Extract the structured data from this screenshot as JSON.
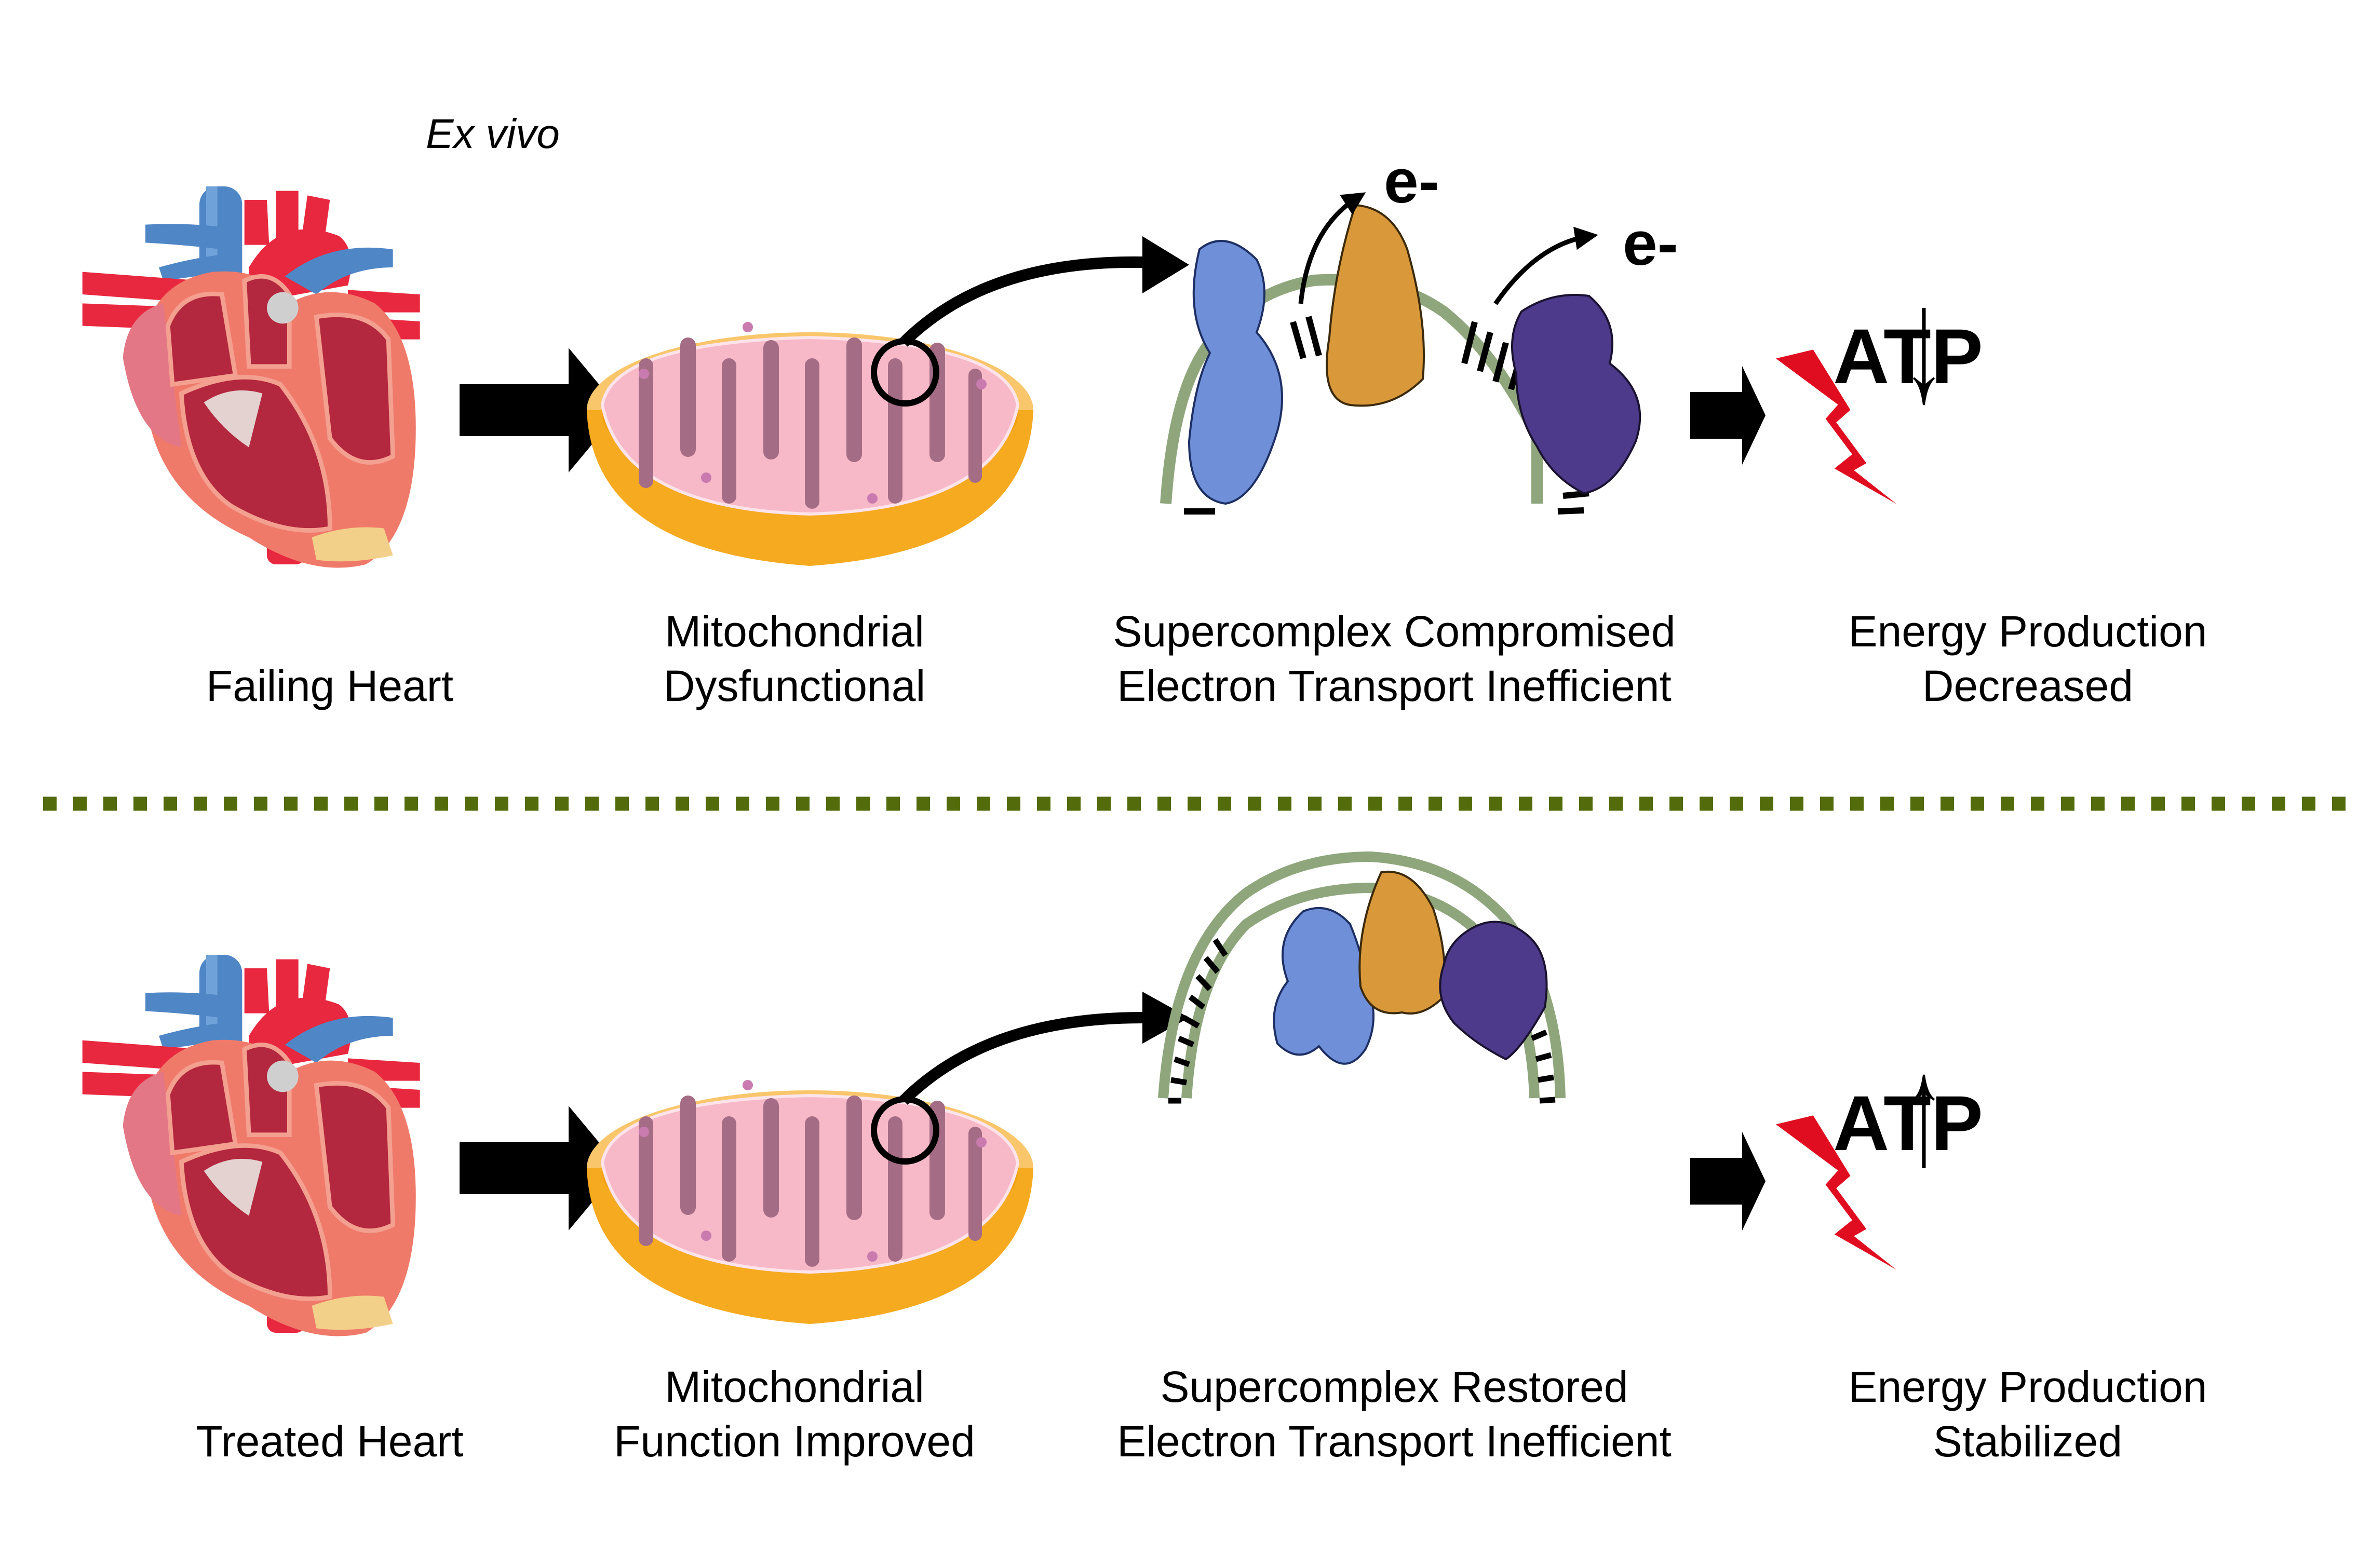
{
  "annotation": {
    "ex_vivo": "Ex vivo"
  },
  "colors": {
    "divider": "#536b0a",
    "bolt": "#e00d20",
    "membrane": "#8fa67c",
    "complex_blue": "#6f8fd9",
    "complex_orange": "#d9993a",
    "complex_purple": "#4d3a8a",
    "mito_outer": "#f5aa20",
    "mito_inner": "#f7b8c8",
    "mito_cristae": "#a56d85",
    "heart_red": "#e8283f",
    "heart_blue": "#4f86c6"
  },
  "rows": [
    {
      "id": "failing",
      "heart_label": "Failing Heart",
      "mito_label": [
        "Mitochondrial",
        "Dysfunctional"
      ],
      "supercomplex_label": [
        "Supercomplex Compromised",
        "Electron Transport Inefficient"
      ],
      "electron_labels": [
        "e-",
        "e-"
      ],
      "atp_text": "ATP",
      "atp_direction": "down",
      "energy_label": [
        "Energy Production",
        "Decreased"
      ]
    },
    {
      "id": "treated",
      "heart_label": "Treated Heart",
      "mito_label": [
        "Mitochondrial",
        "Function Improved"
      ],
      "supercomplex_label": [
        "Supercomplex Restored",
        "Electron Transport Inefficient"
      ],
      "electron_labels": [],
      "atp_text": "ATP",
      "atp_direction": "up",
      "energy_label": [
        "Energy Production",
        "Stabilized"
      ]
    }
  ]
}
